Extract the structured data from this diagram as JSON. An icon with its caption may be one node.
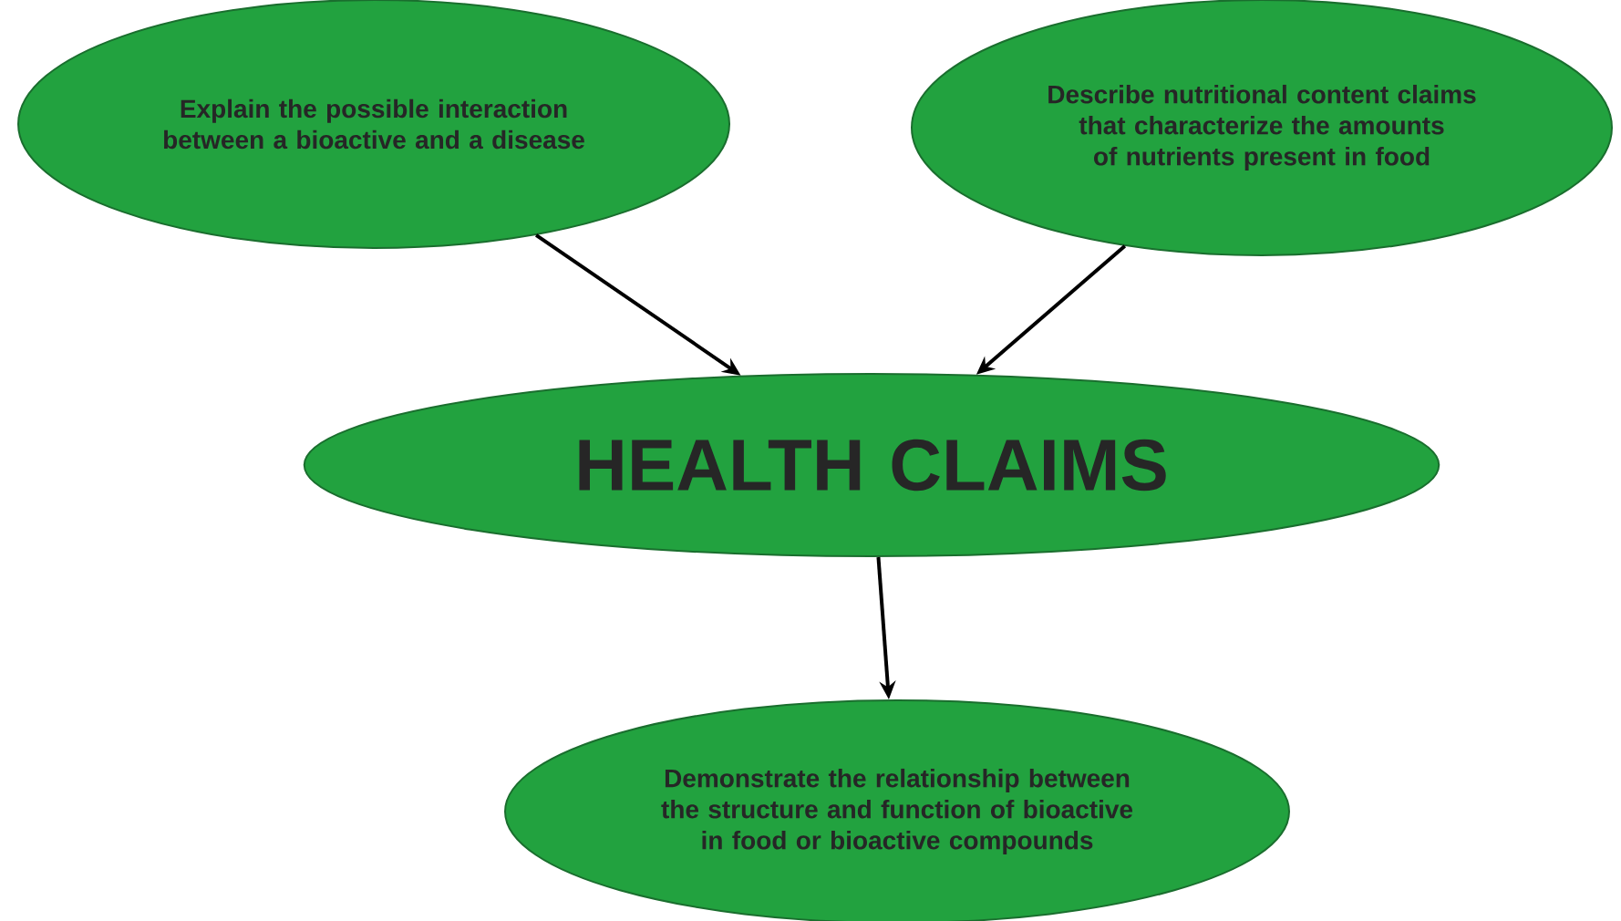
{
  "diagram": {
    "nodes": [
      {
        "text": [
          "Explain the possible interaction between a bioactive and a disease"
        ]
      },
      {
        "text": [
          "Describe nutritional content claims that characterize the amounts of nutrients present in food"
        ]
      },
      {
        "text": [
          "HEALTH CLAIMS"
        ]
      },
      {
        "text": [
          "Demonstrate the relationship between the structure and function of bioactive in food or bioactive compounds"
        ]
      }
    ],
    "edges": [
      {
        "from": 0,
        "to": 2,
        "arrow": "to"
      },
      {
        "from": 1,
        "to": 2,
        "arrow": "to"
      },
      {
        "from": 2,
        "to": 3,
        "arrow": "to"
      }
    ]
  }
}
